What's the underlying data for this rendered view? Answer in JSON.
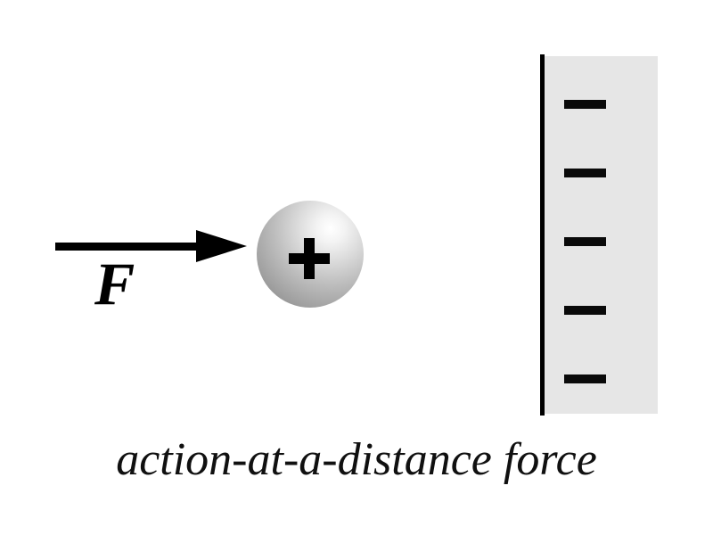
{
  "figure": {
    "caption": "action-at-a-distance force",
    "force": {
      "label": "F",
      "direction": "right"
    },
    "charged_sphere": {
      "symbol": "+",
      "polarity": "positive"
    },
    "charged_wall": {
      "symbol": "−",
      "polarity": "negative",
      "charges": [
        "−",
        "−",
        "−",
        "−",
        "−"
      ]
    },
    "colors": {
      "background": "#ffffff",
      "ink": "#000000",
      "wall_fill": "#e6e6e6",
      "sphere_highlight": "#ffffff",
      "sphere_mid": "#bdbdbd",
      "sphere_edge": "#8d8d8d"
    }
  }
}
